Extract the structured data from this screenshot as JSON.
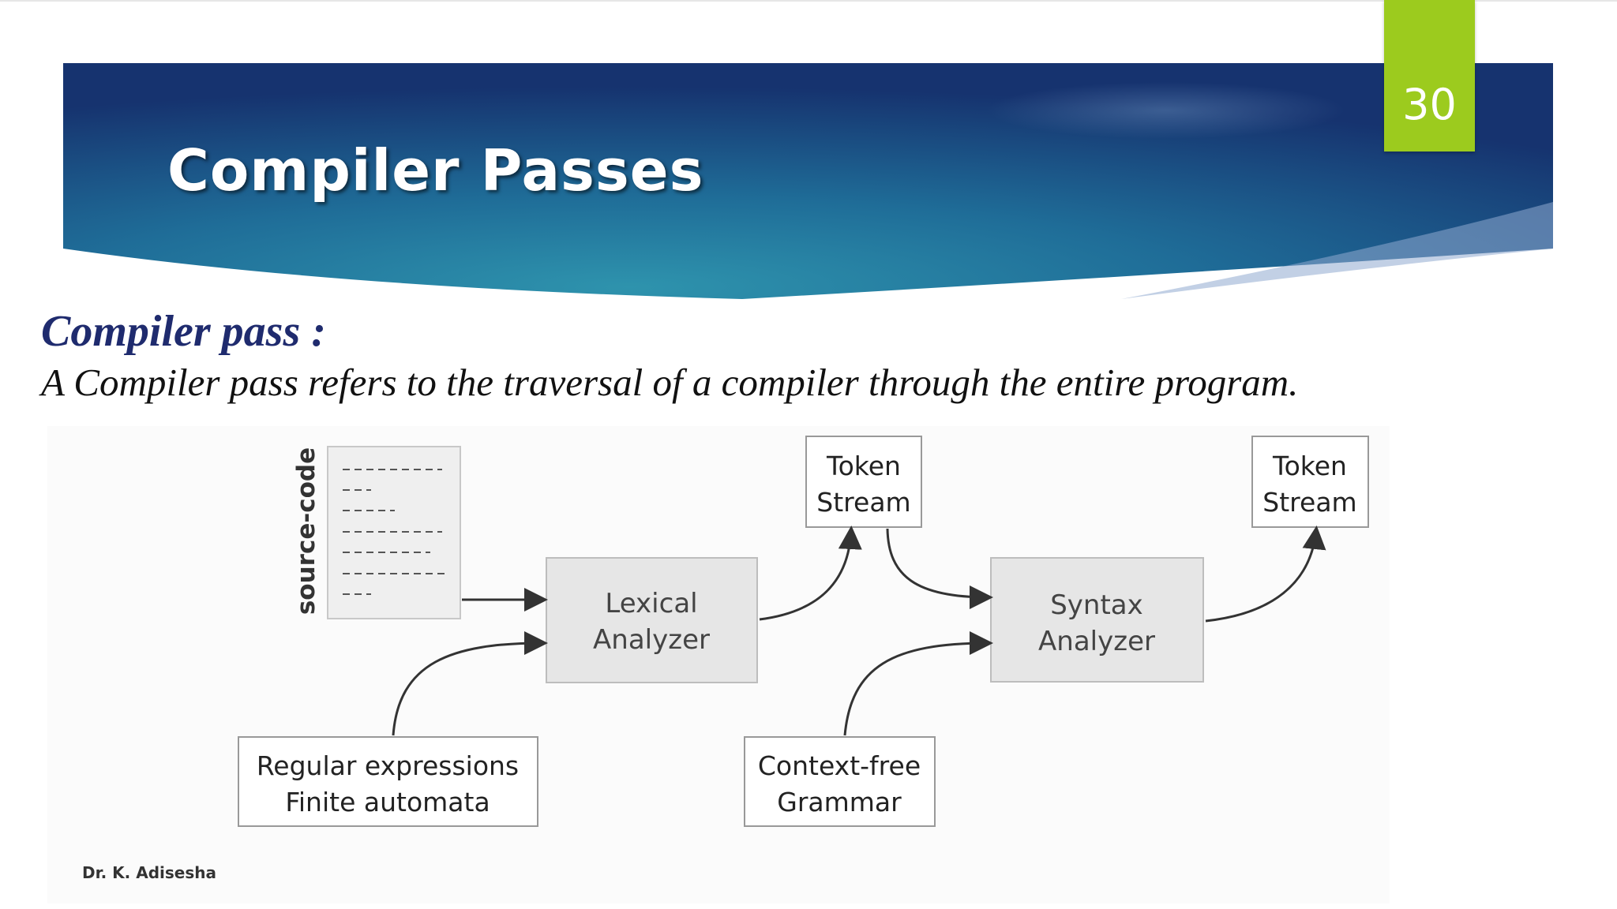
{
  "slide": {
    "title": "Compiler Passes",
    "page_number": "30",
    "footer": "Dr. K. Adisesha"
  },
  "content": {
    "heading": "Compiler pass :",
    "definition": "A Compiler pass refers to the traversal of a compiler through the entire program."
  },
  "diagram": {
    "source_label": "source-code",
    "lexical_analyzer": [
      "Lexical",
      "Analyzer"
    ],
    "syntax_analyzer": [
      "Syntax",
      "Analyzer"
    ],
    "token_stream_1": [
      "Token",
      "Stream"
    ],
    "token_stream_2": [
      "Token",
      "Stream"
    ],
    "regex_box": [
      "Regular expressions",
      "Finite automata"
    ],
    "cfg_box": [
      "Context-free",
      "Grammar"
    ]
  },
  "colors": {
    "banner_dark": "#1b3a75",
    "banner_mid": "#2b8aa8",
    "accent_green": "#9ccb1e",
    "heading_blue": "#1f2b6e"
  }
}
